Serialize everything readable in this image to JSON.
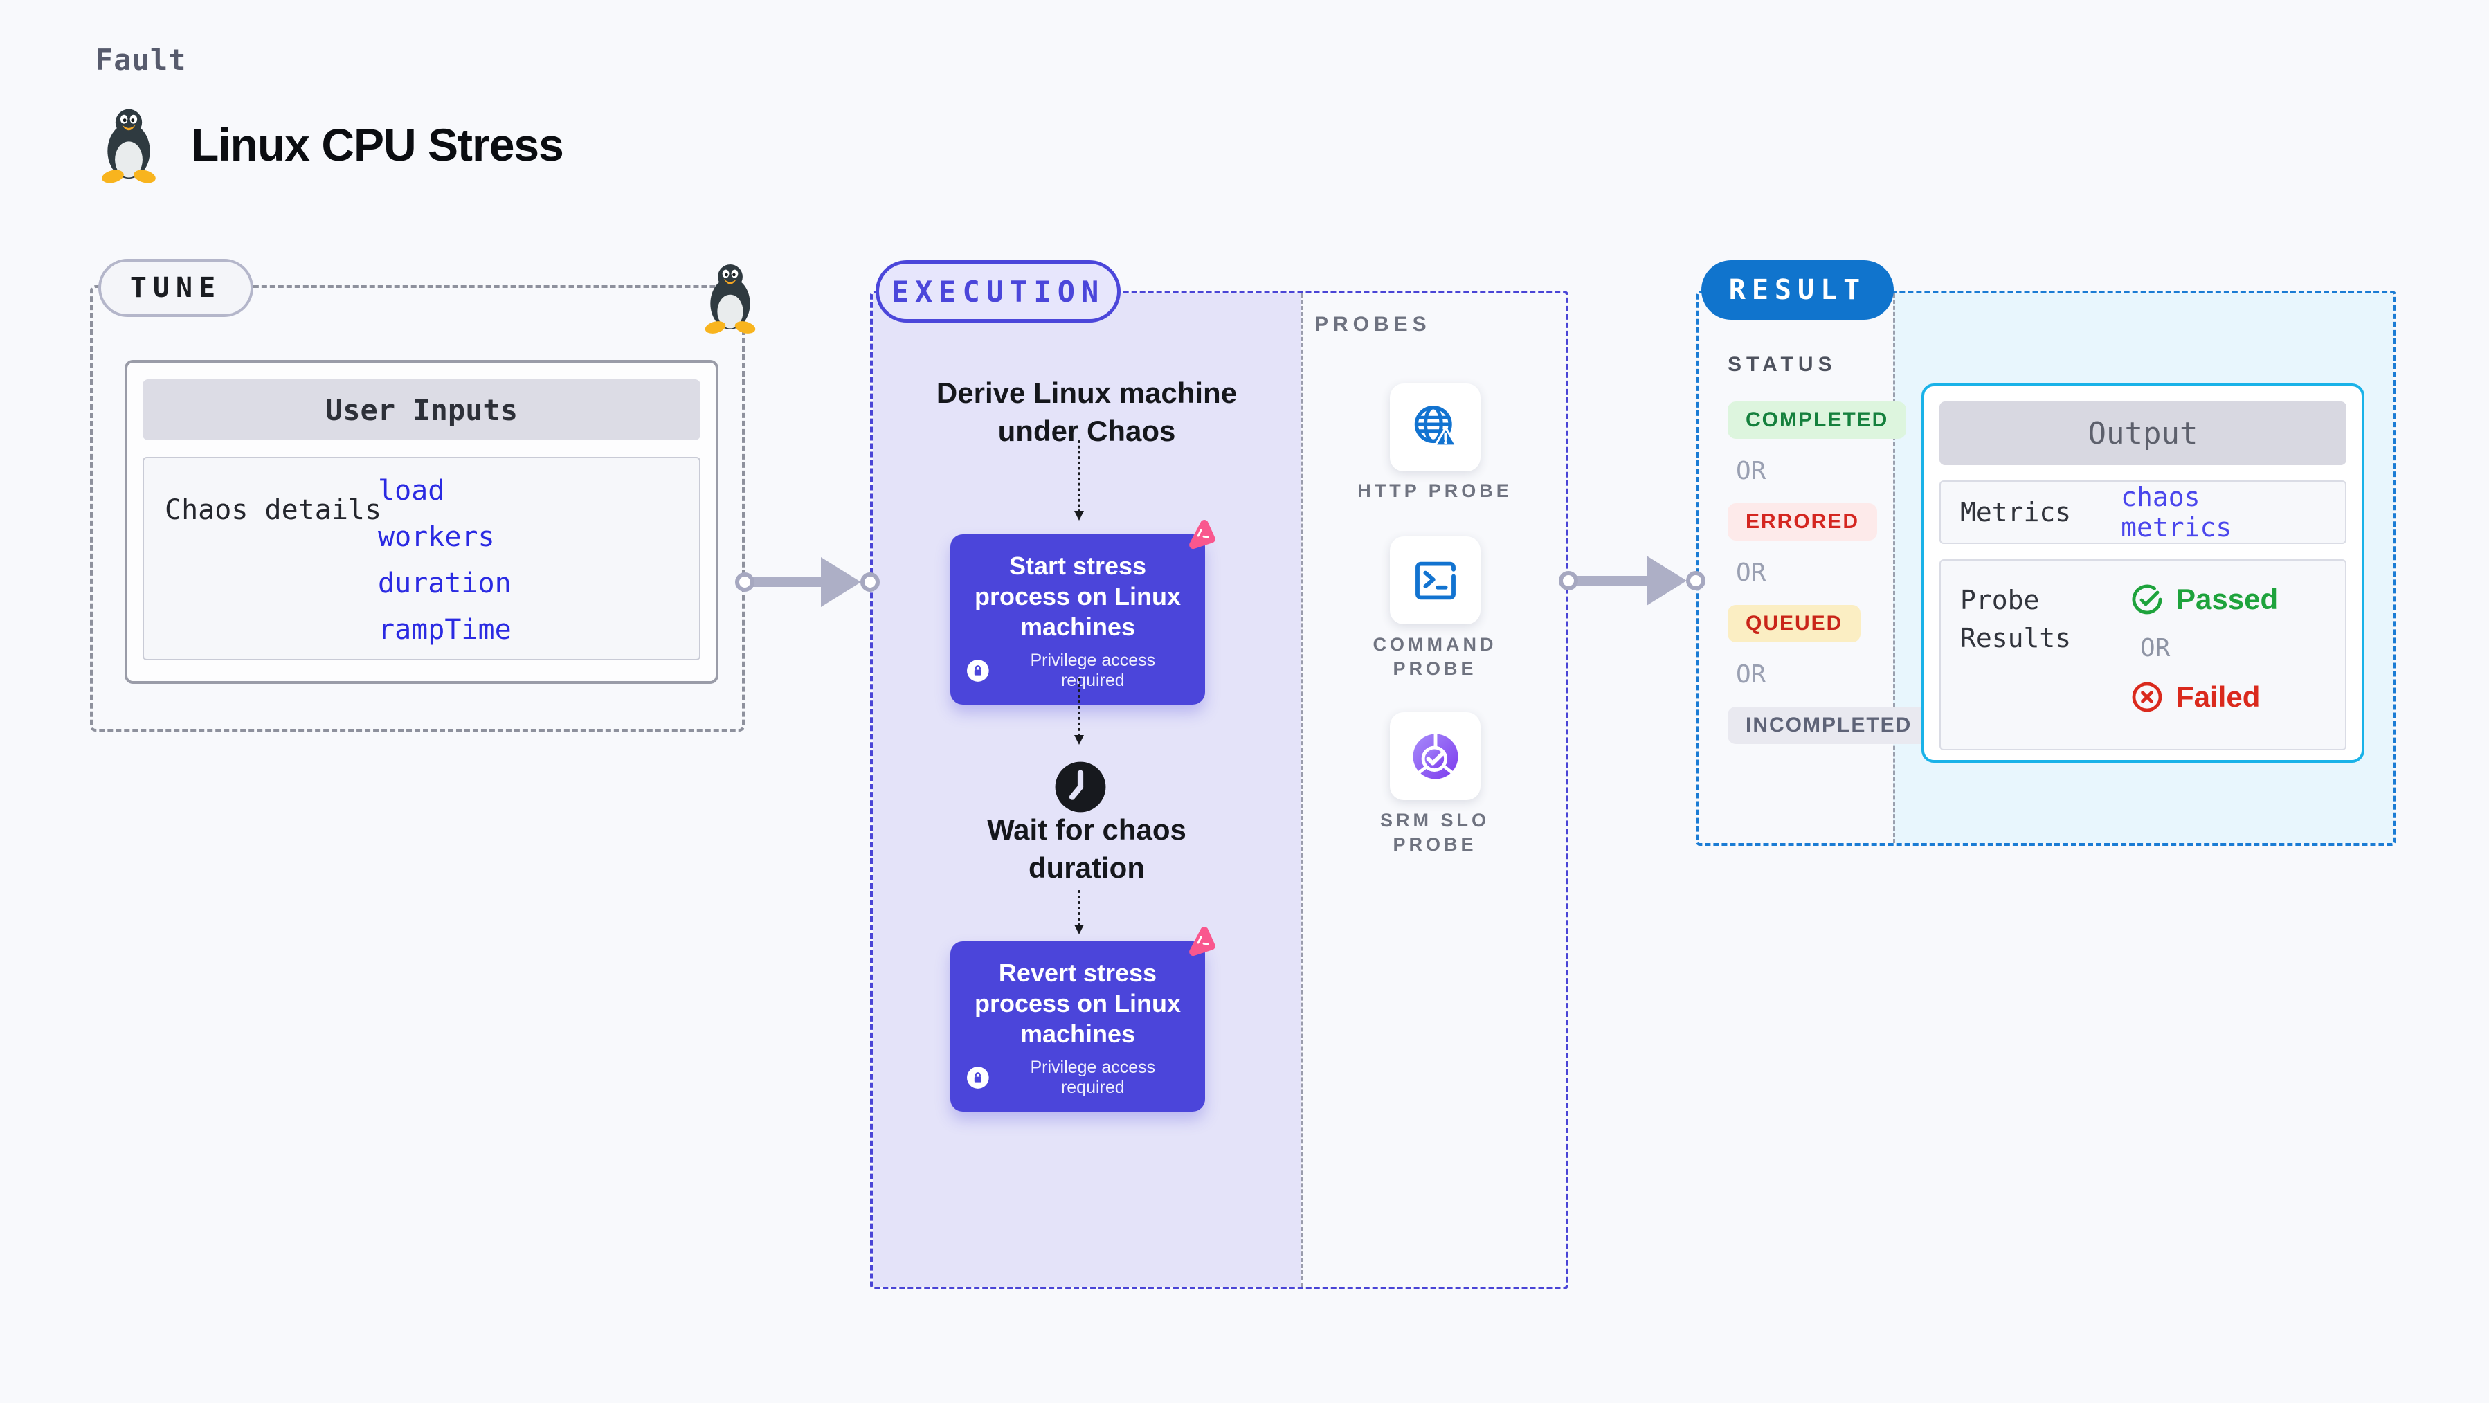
{
  "header": {
    "kicker": "Fault",
    "title": "Linux CPU Stress",
    "icon": "linux-tux-icon"
  },
  "tune": {
    "label": "TUNE",
    "corner_icon": "linux-tux-icon",
    "user_inputs": {
      "title": "User Inputs",
      "row_label": "Chaos details",
      "inputs": [
        "load",
        "workers",
        "duration",
        "rampTime"
      ]
    }
  },
  "execution": {
    "label": "EXECUTION",
    "steps": {
      "derive": "Derive Linux machine under Chaos",
      "start": {
        "title": "Start stress process on Linux machines",
        "badge": "Privilege access required"
      },
      "wait": "Wait for chaos duration",
      "revert": {
        "title": "Revert stress process on Linux machines",
        "badge": "Privilege access required"
      }
    }
  },
  "probes": {
    "label": "PROBES",
    "items": [
      {
        "name": "HTTP PROBE",
        "icon": "globe-alert-icon"
      },
      {
        "name": "COMMAND PROBE",
        "icon": "terminal-icon"
      },
      {
        "name": "SRM SLO PROBE",
        "icon": "slo-donut-check-icon"
      }
    ]
  },
  "result": {
    "label": "RESULT",
    "status_heading": "STATUS",
    "or_label": "OR",
    "statuses": [
      {
        "text": "COMPLETED",
        "fg": "#15803d",
        "bg": "#ddf5de"
      },
      {
        "text": "ERRORED",
        "fg": "#d42620",
        "bg": "#fdeaea"
      },
      {
        "text": "QUEUED",
        "fg": "#c92519",
        "bg": "#fbeec3"
      },
      {
        "text": "INCOMPLETED",
        "fg": "#5e6377",
        "bg": "#e9e9f0"
      }
    ],
    "output": {
      "title": "Output",
      "metrics_label": "Metrics",
      "metrics_value": "chaos metrics",
      "probe_results_label": "Probe Results",
      "passed": "Passed",
      "or": "OR",
      "failed": "Failed"
    }
  },
  "colors": {
    "page_bg": "#f8f9fc",
    "execution_accent": "#4b46da",
    "execution_bg": "#e4e3f9",
    "result_accent": "#1074cd",
    "output_border": "#19b2e8",
    "output_zone_bg": "#e8f6fd",
    "link_blue": "#2a2ae2",
    "arrow_gray": "#adafc6",
    "probe_icon_blue": "#1273d0",
    "srm_purple": "#7c3aed",
    "chaos_badge_pink": "#f9578e",
    "passed_green": "#1ea33c",
    "failed_red": "#da2a1d"
  }
}
